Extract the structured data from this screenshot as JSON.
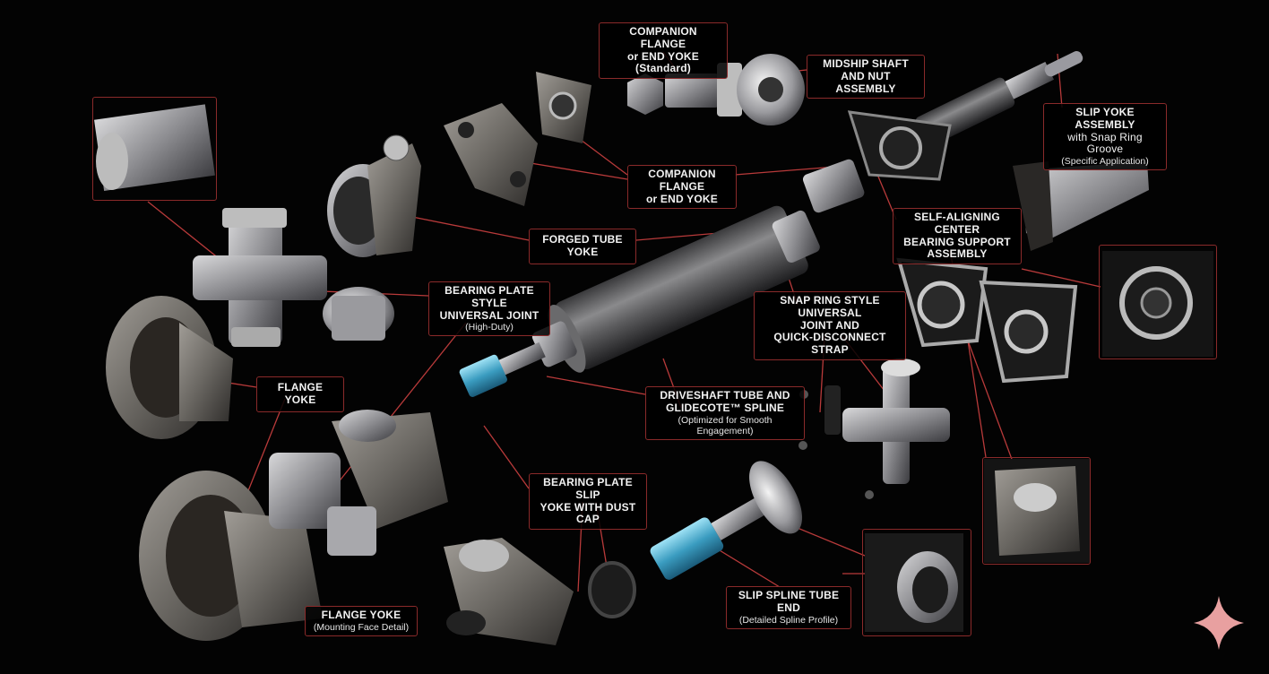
{
  "labels": {
    "companion_flange_std": {
      "l1": "COMPANION FLANGE",
      "l2": "or END YOKE (Standard)"
    },
    "midship": {
      "l1": "MIDSHIP SHAFT",
      "l2": "AND NUT ASSEMBLY"
    },
    "slip_yoke_assembly": {
      "l1": "SLIP YOKE ASSEMBLY",
      "l2": "with Snap Ring Groove",
      "sub": "(Specific Application)"
    },
    "companion_flange": {
      "l1": "COMPANION FLANGE",
      "l2": "or END YOKE"
    },
    "forged_tube_yoke": {
      "l1": "FORGED TUBE YOKE"
    },
    "center_bearing": {
      "l1": "SELF-ALIGNING CENTER",
      "l2": "BEARING SUPPORT",
      "l3": "ASSEMBLY"
    },
    "bearing_plate_uj": {
      "l1": "BEARING PLATE STYLE",
      "l2": "UNIVERSAL JOINT",
      "sub": "(High-Duty)"
    },
    "snap_ring_uj": {
      "l1": "SNAP RING STYLE UNIVERSAL",
      "l2": "JOINT AND",
      "l3": "QUICK-DISCONNECT STRAP"
    },
    "flange_yoke": {
      "l1": "FLANGE YOKE"
    },
    "driveshaft_tube": {
      "l1": "DRIVESHAFT TUBE AND",
      "l2": "GLIDECOTE™ SPLINE",
      "sub": "(Optimized for Smooth Engagement)"
    },
    "bearing_plate_slip": {
      "l1": "BEARING PLATE SLIP",
      "l2": "YOKE WITH DUST CAP"
    },
    "slip_spline": {
      "l1": "SLIP SPLINE TUBE END",
      "sub": "(Detailed Spline Profile)"
    },
    "flange_yoke_detail": {
      "l1": "FLANGE YOKE",
      "sub": "(Mounting Face Detail)"
    }
  },
  "colors": {
    "accent_line": "#b83a3a",
    "box_border": "#8a2a2a",
    "spline_blue": "#4aa8c8",
    "sparkle": "#e8a0a0"
  },
  "icons": [
    "sparkle-icon"
  ]
}
